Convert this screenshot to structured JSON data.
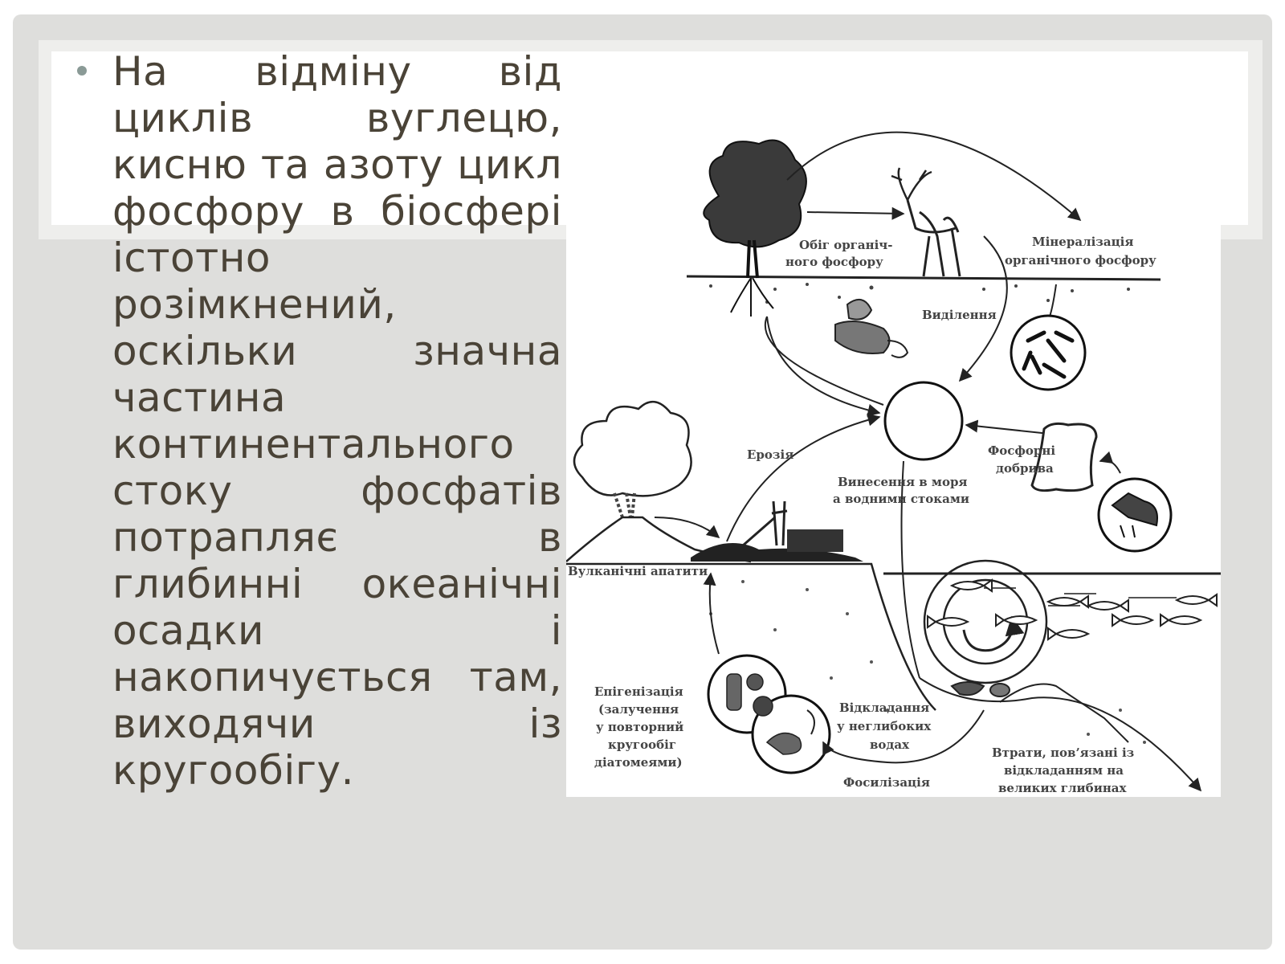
{
  "slide": {
    "body_text": "На відміну від циклів вуглецю, кисню та азоту цикл фосфору в біосфері істотно розімкнений, оскільки значна частина континентального стоку фосфатів потрапляє в глибинні океанічні осадки і накопичується там, виходячи із кругообігу."
  },
  "diagram": {
    "labels": {
      "organic_cycle_1": "Обіг органіч-",
      "organic_cycle_2": "ного фосфору",
      "mineralization_1": "Мінералізація",
      "mineralization_2": "органічного фосфору",
      "excretion": "Виділення",
      "erosion": "Ерозія",
      "fertilizers_1": "Фосфорні",
      "fertilizers_2": "добрива",
      "runoff_1": "Винесення в моря",
      "runoff_2": "а водними стоками",
      "volcanic": "Вулканічні апатити",
      "epigen_1": "Епігенізація",
      "epigen_2": "(залучення",
      "epigen_3": "у повторний",
      "epigen_4": "кругообіг",
      "epigen_5": "діатомеями)",
      "shallow_1": "Відкладання",
      "shallow_2": "у неглибоких",
      "shallow_3": "водах",
      "fossil": "Фосилізація",
      "losses_1": "Втрати, пов’язані із",
      "losses_2": "відкладанням на",
      "losses_3": "великих глибинах"
    }
  }
}
